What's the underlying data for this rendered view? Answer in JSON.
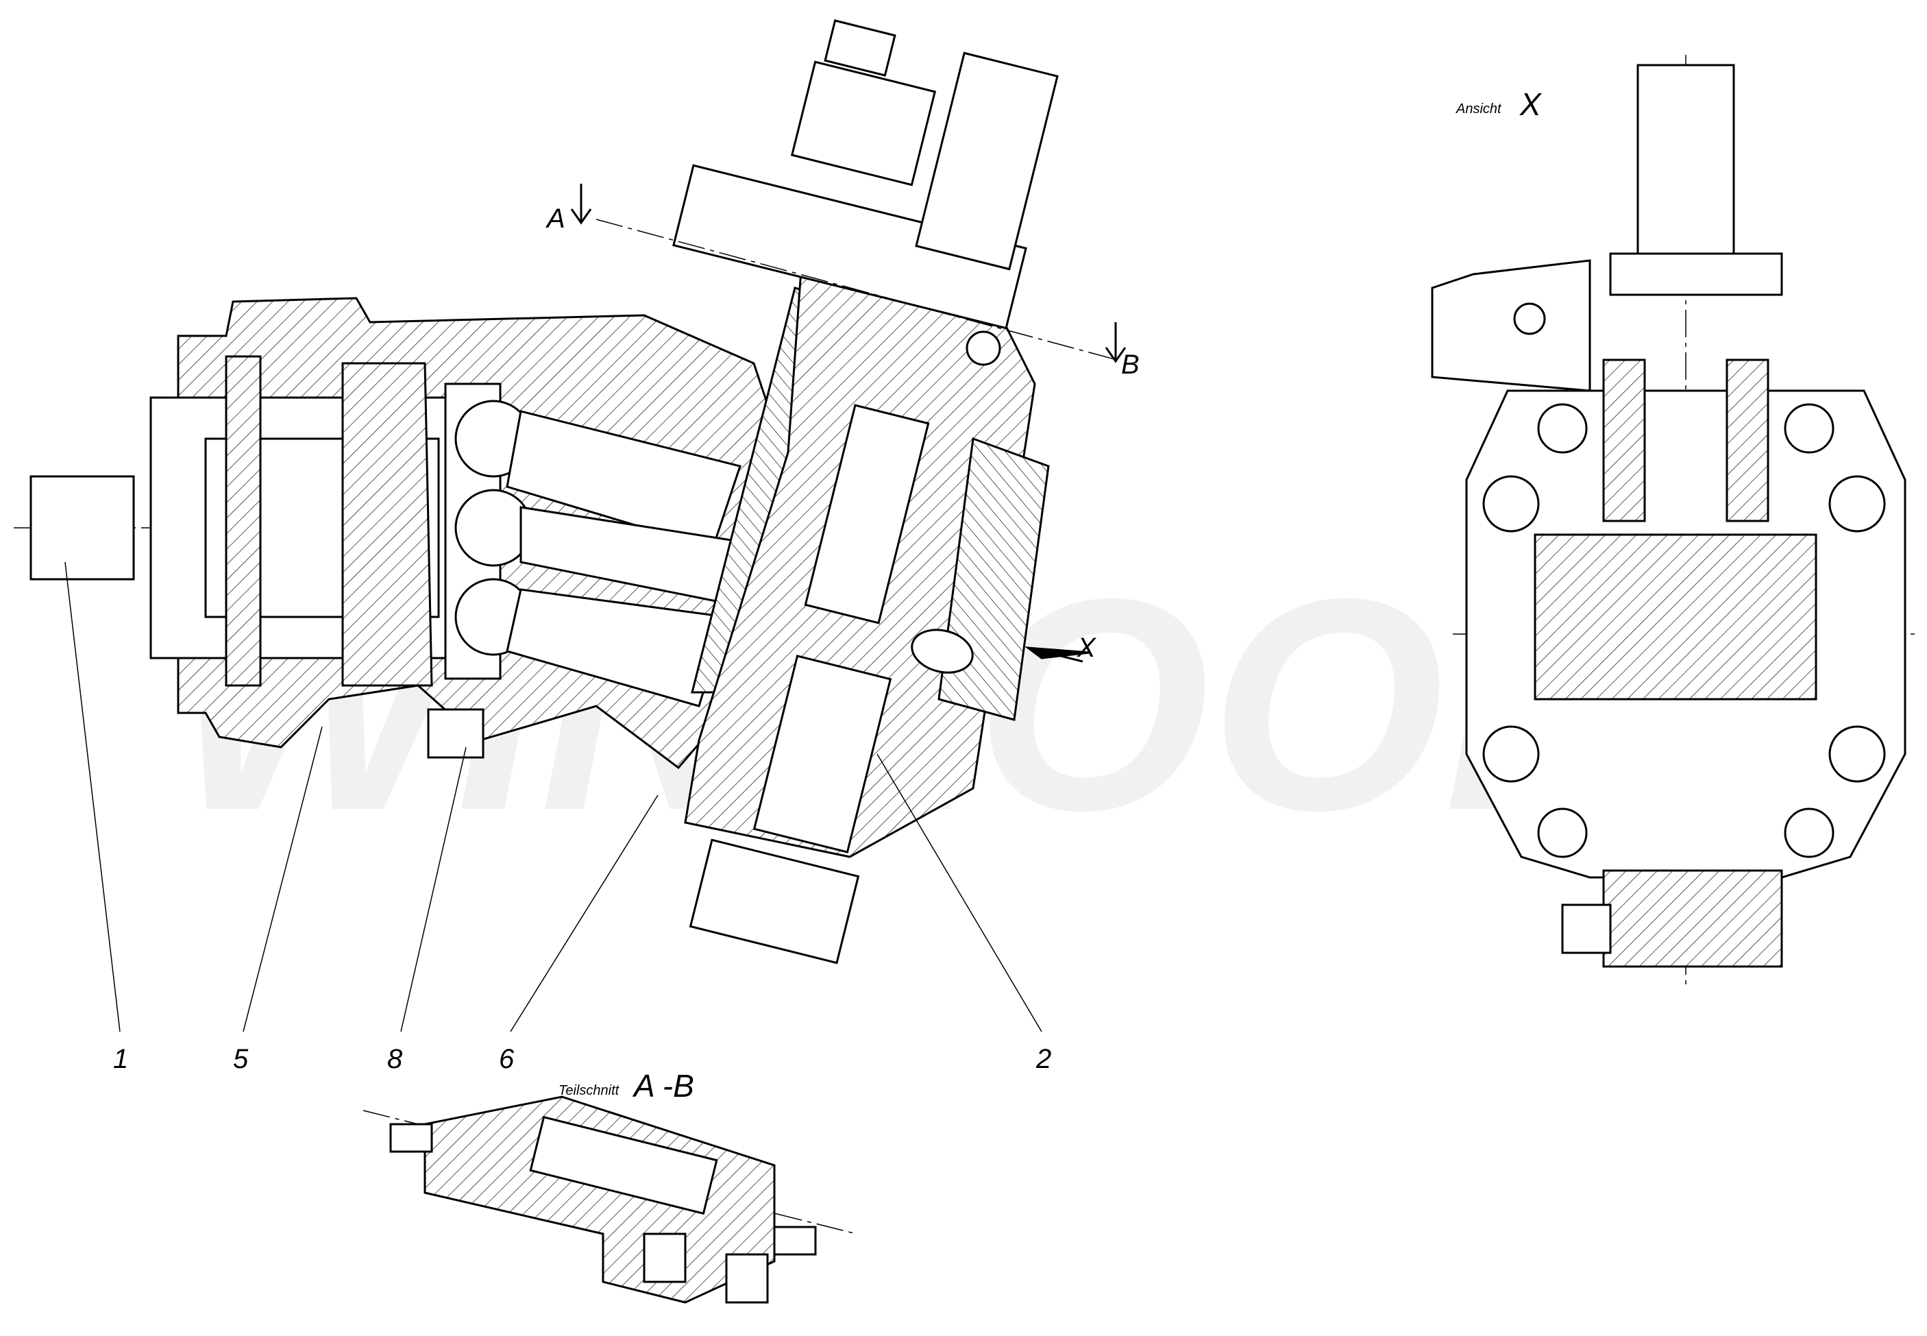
{
  "drawing": {
    "part_labels": [
      "1",
      "5",
      "8",
      "6",
      "2"
    ],
    "section_marks": {
      "a": "A",
      "b": "B",
      "x": "X"
    },
    "view_title": {
      "prefix": "Ansicht",
      "letter": "X"
    },
    "section_title": {
      "prefix": "Teilschnitt",
      "letter": "A -B"
    },
    "watermark": "WINKOOP"
  }
}
